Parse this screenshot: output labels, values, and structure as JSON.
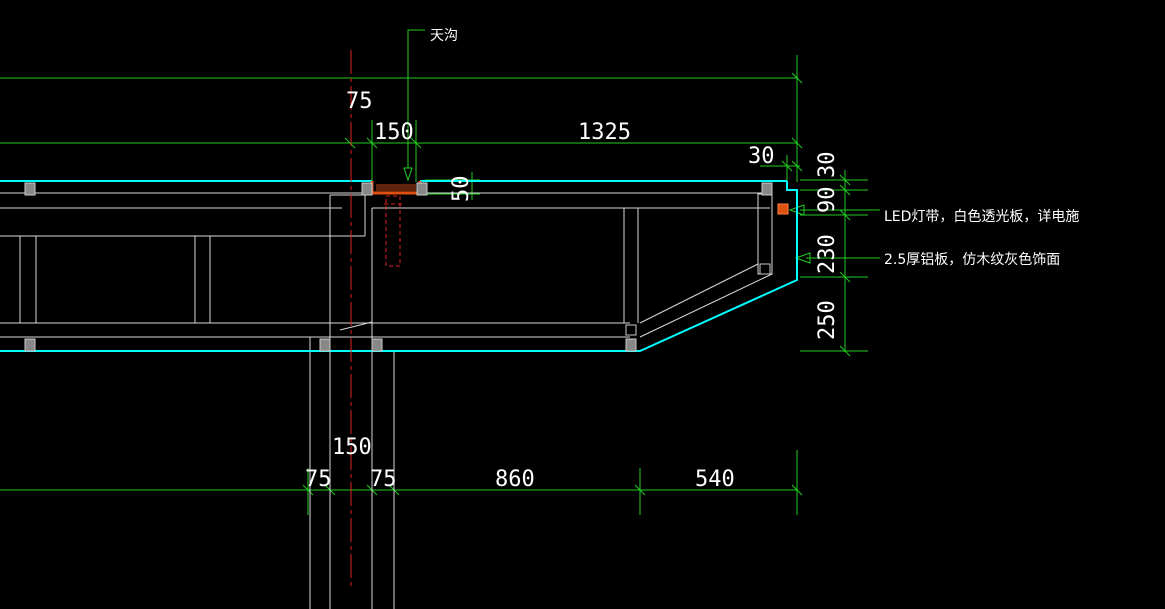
{
  "drawing": {
    "colors": {
      "background": "#000000",
      "dimension": "#22cc22",
      "outline": "#d8d8d8",
      "panel_edge": "#00ffff",
      "centerline": "#e02020",
      "gutter": "#e05010",
      "hidden": "#e02020",
      "fixture": "#888888",
      "leader": "#22cc22",
      "text": "#ffffff"
    },
    "dimensions": {
      "top_75": "75",
      "top_150": "150",
      "top_1325": "1325",
      "top_30": "30",
      "side_50": "50",
      "right_30": "30",
      "right_90": "90",
      "right_230": "230",
      "right_250": "250",
      "mid_150": "150",
      "bottom_75_left": "75",
      "bottom_75_right": "75",
      "bottom_860": "860",
      "bottom_540": "540"
    },
    "annotations": {
      "gutter_label": "天沟",
      "led_note": "LED灯带，白色透光板，详电施",
      "aluminum_note": "2.5厚铝板，仿木纹灰色饰面"
    }
  }
}
